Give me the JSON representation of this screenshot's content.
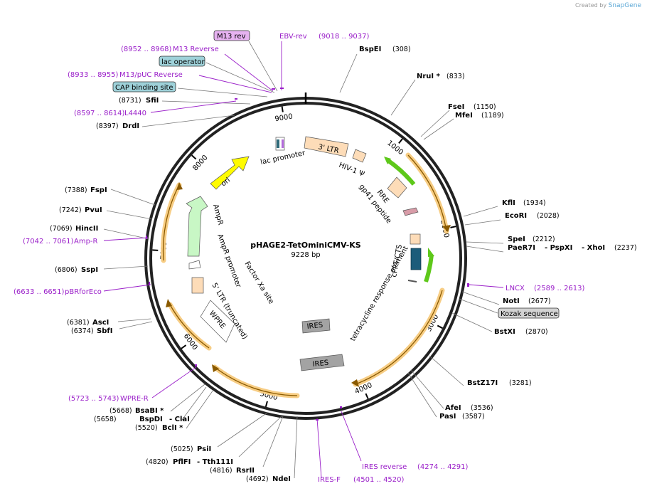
{
  "credit": {
    "created_by": "Created by",
    "brand": "SnapGene"
  },
  "plasmid": {
    "name": "pHAGE2-TetOminiCMV-KS",
    "size": "9228 bp"
  },
  "tick_labels": [
    "1000",
    "2000",
    "3000",
    "4000",
    "5000",
    "6000",
    "7000",
    "8000",
    "9000"
  ],
  "sites": [
    {
      "name": "BspEI",
      "pos": "(308)"
    },
    {
      "name": "NruI *",
      "pos": "(833)"
    },
    {
      "name": "FseI",
      "pos": "(1150)"
    },
    {
      "name": "MfeI",
      "pos": "(1189)"
    },
    {
      "name": "KflI",
      "pos": "(1934)"
    },
    {
      "name": "EcoRI",
      "pos": "(2028)"
    },
    {
      "name": "SpeI",
      "pos": "(2212)"
    },
    {
      "name": "PaeR7I",
      "pos": ""
    },
    {
      "name": "- PspXI",
      "pos": ""
    },
    {
      "name": "- XhoI",
      "pos": "(2237)"
    },
    {
      "name": "NotI",
      "pos": "(2677)"
    },
    {
      "name": "BstXI",
      "pos": "(2870)"
    },
    {
      "name": "BstZ17I",
      "pos": "(3281)"
    },
    {
      "name": "AfeI",
      "pos": "(3536)"
    },
    {
      "name": "PasI",
      "pos": "(3587)"
    },
    {
      "name": "NdeI",
      "pos": "(4692)"
    },
    {
      "name": "RsrII",
      "pos": "(4816)"
    },
    {
      "name": "PflFI",
      "pos": "(4820)"
    },
    {
      "name": "- Tth111I",
      "pos": ""
    },
    {
      "name": "PsiI",
      "pos": "(5025)"
    },
    {
      "name": "BclI *",
      "pos": "(5520)"
    },
    {
      "name": "BspDI",
      "pos": "(5658)"
    },
    {
      "name": "- ClaI",
      "pos": ""
    },
    {
      "name": "BsaBI *",
      "pos": "(5668)"
    },
    {
      "name": "SbfI",
      "pos": "(6374)"
    },
    {
      "name": "AscI",
      "pos": "(6381)"
    },
    {
      "name": "SspI",
      "pos": "(6806)"
    },
    {
      "name": "HincII",
      "pos": "(7069)"
    },
    {
      "name": "PvuI",
      "pos": "(7242)"
    },
    {
      "name": "FspI",
      "pos": "(7388)"
    },
    {
      "name": "DrdI",
      "pos": "(8397)"
    },
    {
      "name": "SfiI",
      "pos": "(8731)"
    }
  ],
  "primers": [
    {
      "name": "EBV-rev",
      "pos": "(9018 .. 9037)"
    },
    {
      "name": "M13 Reverse",
      "pos": "(8952 .. 8968)"
    },
    {
      "name": "M13/pUC Reverse",
      "pos": "(8933 .. 8955)"
    },
    {
      "name": "L4440",
      "pos": "(8597 .. 8614)"
    },
    {
      "name": "Amp-R",
      "pos": "(7042 .. 7061)"
    },
    {
      "name": "pBRforEco",
      "pos": "(6633 .. 6651)"
    },
    {
      "name": "WPRE-R",
      "pos": "(5723 .. 5743)"
    },
    {
      "name": "IRES-F",
      "pos": "(4501 .. 4520)"
    },
    {
      "name": "IRES reverse",
      "pos": "(4274 .. 4291)"
    },
    {
      "name": "LNCX",
      "pos": "(2589 .. 2613)"
    }
  ],
  "boxed_features": [
    "M13 rev",
    "lac operator",
    "CAP binding site",
    "Kozak sequence"
  ],
  "features": [
    "3' LTR",
    "HIV-1 Ψ",
    "RRE",
    "gp41 peptide",
    "cPPT/CTS",
    "tetracycline response element",
    "IRES",
    "IRES",
    "WPRE",
    "5' LTR (truncated)",
    "AmpR promoter",
    "AmpR",
    "ori",
    "lac promoter",
    "Factor Xa site"
  ],
  "colors": {
    "primer": "#9a1fc9",
    "ltr": "#fddcb8",
    "orf": "#fdd79c",
    "green": "#5ec81a",
    "ampr": "#c8f7c5",
    "ori": "#fffb00",
    "ires": "#a3a3a3",
    "lac_op": "#9ed1d9",
    "m13": "#e6b2f0",
    "kozak": "#d3d3d3"
  }
}
